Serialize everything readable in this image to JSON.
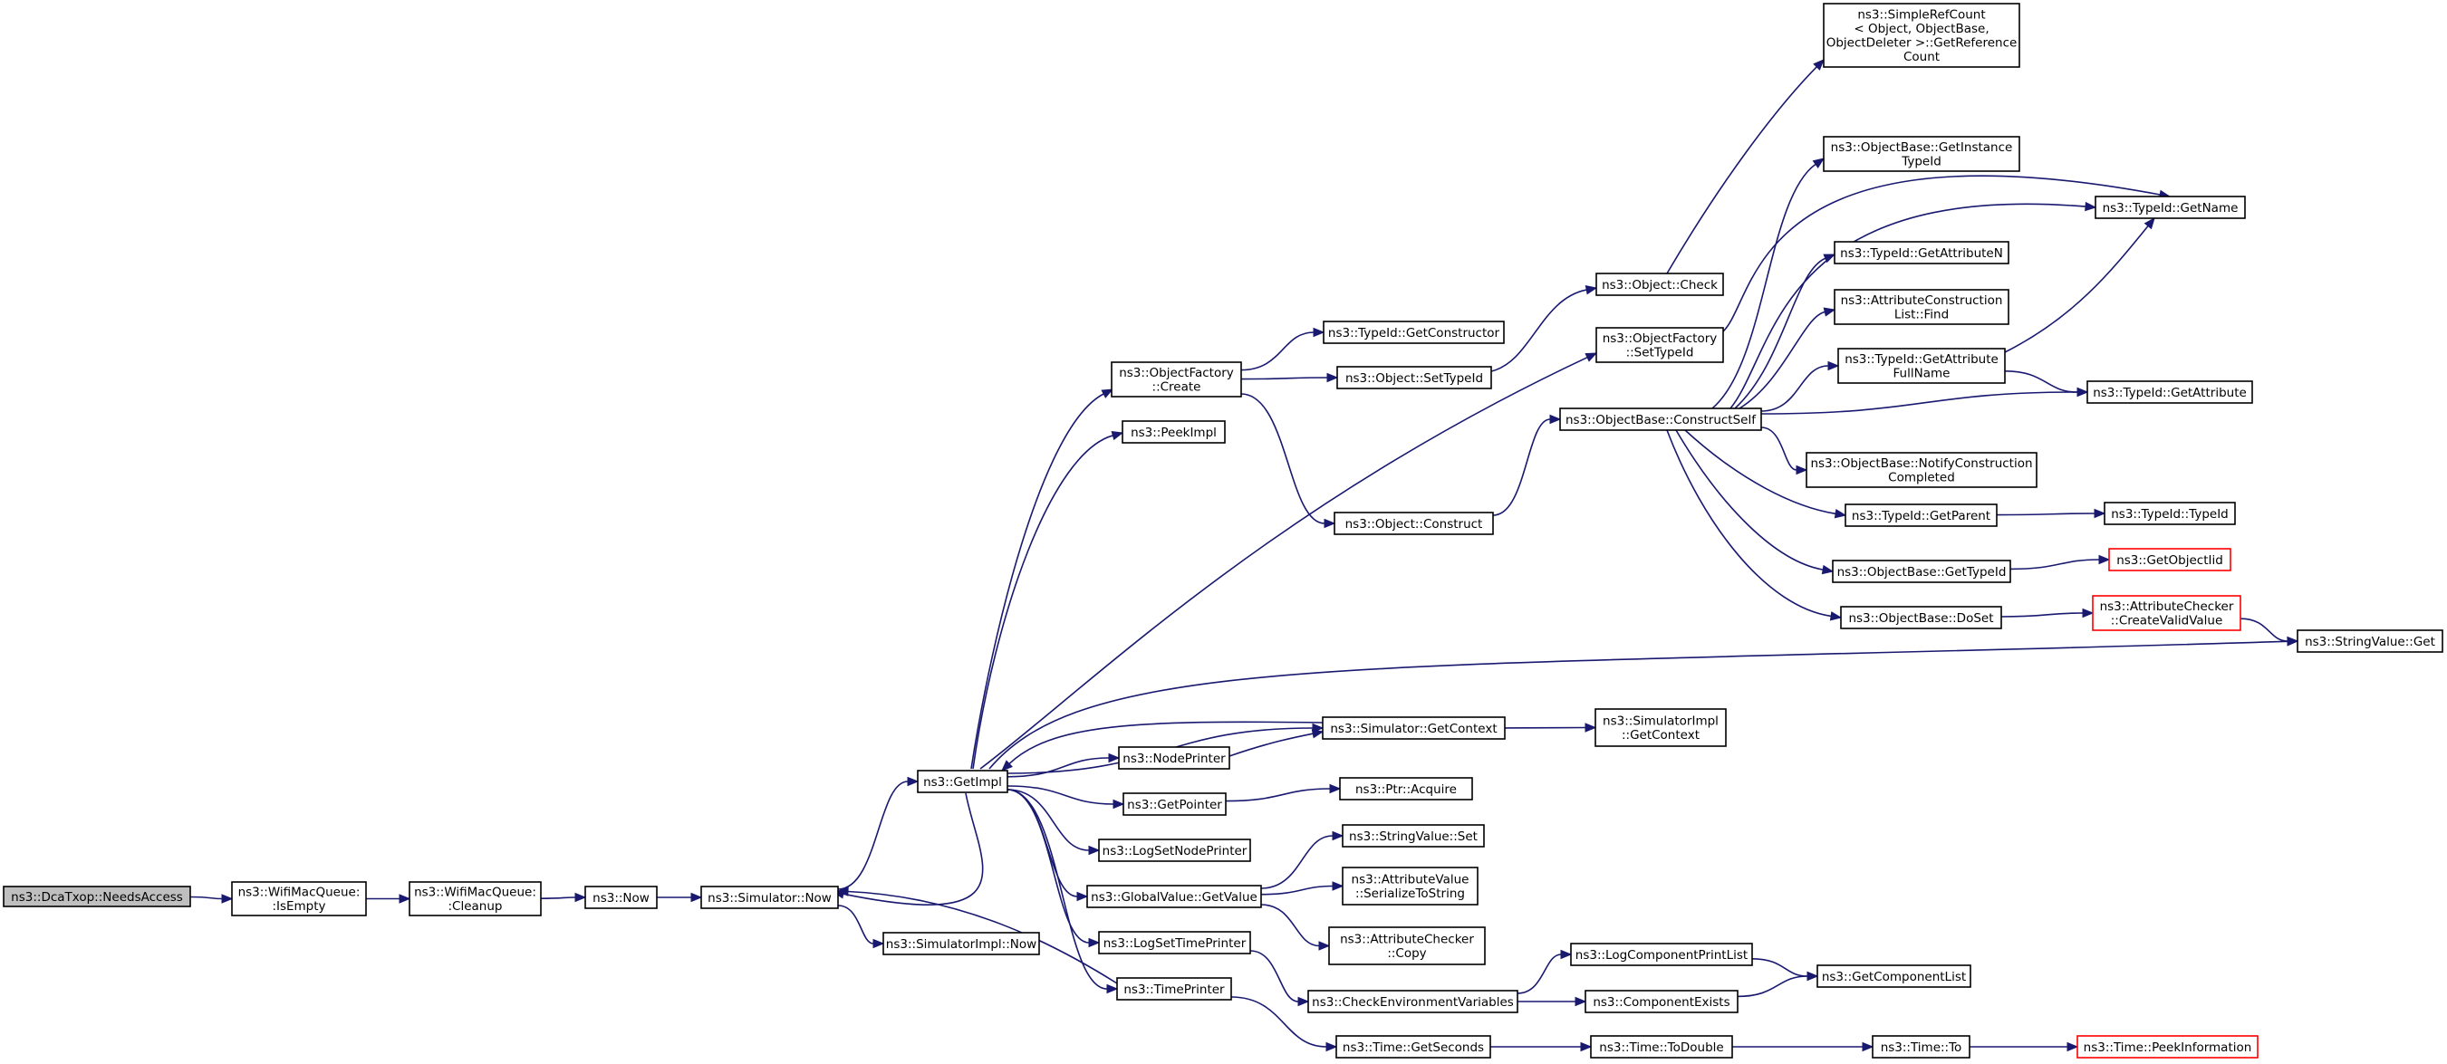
{
  "graph": {
    "colors": {
      "edge": "#191970",
      "incomplete_border": "#ff0000",
      "root_fill": "#bfbfbf"
    },
    "nodes": {
      "needsAccess": {
        "lines": [
          "ns3::DcaTxop::NeedsAccess"
        ],
        "style": "root"
      },
      "wmqIsEmpty": {
        "lines": [
          "ns3::WifiMacQueue:",
          ":IsEmpty"
        ]
      },
      "wmqCleanup": {
        "lines": [
          "ns3::WifiMacQueue:",
          ":Cleanup"
        ]
      },
      "now": {
        "lines": [
          "ns3::Now"
        ]
      },
      "simNow": {
        "lines": [
          "ns3::Simulator::Now"
        ]
      },
      "simImplNow": {
        "lines": [
          "ns3::SimulatorImpl::Now"
        ]
      },
      "getImpl": {
        "lines": [
          "ns3::GetImpl"
        ]
      },
      "ofCreate": {
        "lines": [
          "ns3::ObjectFactory",
          "::Create"
        ]
      },
      "peekImpl": {
        "lines": [
          "ns3::PeekImpl"
        ]
      },
      "tidGetConstructor": {
        "lines": [
          "ns3::TypeId::GetConstructor"
        ]
      },
      "objSetTypeId": {
        "lines": [
          "ns3::Object::SetTypeId"
        ]
      },
      "objConstruct": {
        "lines": [
          "ns3::Object::Construct"
        ]
      },
      "objCheck": {
        "lines": [
          "ns3::Object::Check"
        ]
      },
      "ofSetTypeId": {
        "lines": [
          "ns3::ObjectFactory",
          "::SetTypeId"
        ]
      },
      "obConstructSelf": {
        "lines": [
          "ns3::ObjectBase::ConstructSelf"
        ]
      },
      "srcGetRef": {
        "lines": [
          "ns3::SimpleRefCount",
          "< Object, ObjectBase,",
          "ObjectDeleter >::GetReference",
          "Count"
        ]
      },
      "obGetInstanceTypeId": {
        "lines": [
          "ns3::ObjectBase::GetInstance",
          "TypeId"
        ]
      },
      "tidGetAttributeN": {
        "lines": [
          "ns3::TypeId::GetAttributeN"
        ]
      },
      "aclFind": {
        "lines": [
          "ns3::AttributeConstruction",
          "List::Find"
        ]
      },
      "tidGetAttrFullName": {
        "lines": [
          "ns3::TypeId::GetAttribute",
          "FullName"
        ]
      },
      "obNotifyConstruction": {
        "lines": [
          "ns3::ObjectBase::NotifyConstruction",
          "Completed"
        ]
      },
      "tidGetParent": {
        "lines": [
          "ns3::TypeId::GetParent"
        ]
      },
      "obGetTypeId": {
        "lines": [
          "ns3::ObjectBase::GetTypeId"
        ]
      },
      "obDoSet": {
        "lines": [
          "ns3::ObjectBase::DoSet"
        ]
      },
      "tidGetName": {
        "lines": [
          "ns3::TypeId::GetName"
        ]
      },
      "tidGetAttribute": {
        "lines": [
          "ns3::TypeId::GetAttribute"
        ]
      },
      "tidTypeId": {
        "lines": [
          "ns3::TypeId::TypeId"
        ]
      },
      "getObjectIid": {
        "lines": [
          "ns3::GetObjectIid"
        ],
        "style": "incomplete"
      },
      "acCreateValidValue": {
        "lines": [
          "ns3::AttributeChecker",
          "::CreateValidValue"
        ],
        "style": "incomplete"
      },
      "svGet": {
        "lines": [
          "ns3::StringValue::Get"
        ]
      },
      "simGetContext": {
        "lines": [
          "ns3::Simulator::GetContext"
        ]
      },
      "simImplGetContext": {
        "lines": [
          "ns3::SimulatorImpl",
          "::GetContext"
        ]
      },
      "nodePrinter": {
        "lines": [
          "ns3::NodePrinter"
        ]
      },
      "getPointer": {
        "lines": [
          "ns3::GetPointer"
        ]
      },
      "ptrAcquire": {
        "lines": [
          "ns3::Ptr::Acquire"
        ]
      },
      "logSetNodePrinter": {
        "lines": [
          "ns3::LogSetNodePrinter"
        ]
      },
      "gvGetValue": {
        "lines": [
          "ns3::GlobalValue::GetValue"
        ]
      },
      "svSet": {
        "lines": [
          "ns3::StringValue::Set"
        ]
      },
      "avSerialize": {
        "lines": [
          "ns3::AttributeValue",
          "::SerializeToString"
        ]
      },
      "acCopy": {
        "lines": [
          "ns3::AttributeChecker",
          "::Copy"
        ]
      },
      "logSetTimePrinter": {
        "lines": [
          "ns3::LogSetTimePrinter"
        ]
      },
      "checkEnv": {
        "lines": [
          "ns3::CheckEnvironmentVariables"
        ]
      },
      "logCompPrintList": {
        "lines": [
          "ns3::LogComponentPrintList"
        ]
      },
      "compExists": {
        "lines": [
          "ns3::ComponentExists"
        ]
      },
      "getCompList": {
        "lines": [
          "ns3::GetComponentList"
        ]
      },
      "timePrinter": {
        "lines": [
          "ns3::TimePrinter"
        ]
      },
      "timeGetSeconds": {
        "lines": [
          "ns3::Time::GetSeconds"
        ]
      },
      "timeToDouble": {
        "lines": [
          "ns3::Time::ToDouble"
        ]
      },
      "timeTo": {
        "lines": [
          "ns3::Time::To"
        ]
      },
      "timePeekInfo": {
        "lines": [
          "ns3::Time::PeekInformation"
        ],
        "style": "incomplete"
      }
    },
    "edges": [
      [
        "needsAccess",
        "wmqIsEmpty"
      ],
      [
        "wmqIsEmpty",
        "wmqCleanup"
      ],
      [
        "wmqCleanup",
        "now"
      ],
      [
        "now",
        "simNow"
      ],
      [
        "simNow",
        "getImpl"
      ],
      [
        "simNow",
        "simImplNow"
      ],
      [
        "getImpl",
        "ofCreate"
      ],
      [
        "getImpl",
        "peekImpl"
      ],
      [
        "getImpl",
        "ofSetTypeId"
      ],
      [
        "getImpl",
        "svGet"
      ],
      [
        "getImpl",
        "simGetContext"
      ],
      [
        "getImpl",
        "nodePrinter"
      ],
      [
        "getImpl",
        "getPointer"
      ],
      [
        "getImpl",
        "logSetNodePrinter"
      ],
      [
        "getImpl",
        "gvGetValue"
      ],
      [
        "getImpl",
        "logSetTimePrinter"
      ],
      [
        "getImpl",
        "timePrinter"
      ],
      [
        "getImpl",
        "simNow"
      ],
      [
        "ofCreate",
        "tidGetConstructor"
      ],
      [
        "ofCreate",
        "objSetTypeId"
      ],
      [
        "ofCreate",
        "objConstruct"
      ],
      [
        "objSetTypeId",
        "objCheck"
      ],
      [
        "objCheck",
        "srcGetRef"
      ],
      [
        "objConstruct",
        "obConstructSelf"
      ],
      [
        "ofSetTypeId",
        "tidGetName"
      ],
      [
        "obConstructSelf",
        "obGetInstanceTypeId"
      ],
      [
        "obConstructSelf",
        "tidGetName"
      ],
      [
        "obConstructSelf",
        "tidGetAttributeN"
      ],
      [
        "obConstructSelf",
        "aclFind"
      ],
      [
        "obConstructSelf",
        "tidGetAttrFullName"
      ],
      [
        "obConstructSelf",
        "tidGetAttribute"
      ],
      [
        "obConstructSelf",
        "obNotifyConstruction"
      ],
      [
        "obConstructSelf",
        "tidGetParent"
      ],
      [
        "obConstructSelf",
        "obGetTypeId"
      ],
      [
        "obConstructSelf",
        "obDoSet"
      ],
      [
        "tidGetAttrFullName",
        "tidGetName"
      ],
      [
        "tidGetAttrFullName",
        "tidGetAttribute"
      ],
      [
        "tidGetParent",
        "tidTypeId"
      ],
      [
        "obGetTypeId",
        "getObjectIid"
      ],
      [
        "obDoSet",
        "acCreateValidValue"
      ],
      [
        "acCreateValidValue",
        "svGet"
      ],
      [
        "simGetContext",
        "getImpl"
      ],
      [
        "simGetContext",
        "simImplGetContext"
      ],
      [
        "nodePrinter",
        "simGetContext"
      ],
      [
        "getPointer",
        "ptrAcquire"
      ],
      [
        "gvGetValue",
        "svSet"
      ],
      [
        "gvGetValue",
        "avSerialize"
      ],
      [
        "gvGetValue",
        "acCopy"
      ],
      [
        "logSetTimePrinter",
        "checkEnv"
      ],
      [
        "checkEnv",
        "logCompPrintList"
      ],
      [
        "checkEnv",
        "compExists"
      ],
      [
        "logCompPrintList",
        "getCompList"
      ],
      [
        "compExists",
        "getCompList"
      ],
      [
        "timePrinter",
        "simNow"
      ],
      [
        "timePrinter",
        "timeGetSeconds"
      ],
      [
        "timeGetSeconds",
        "timeToDouble"
      ],
      [
        "timeToDouble",
        "timeTo"
      ],
      [
        "timeTo",
        "timePeekInfo"
      ]
    ]
  }
}
